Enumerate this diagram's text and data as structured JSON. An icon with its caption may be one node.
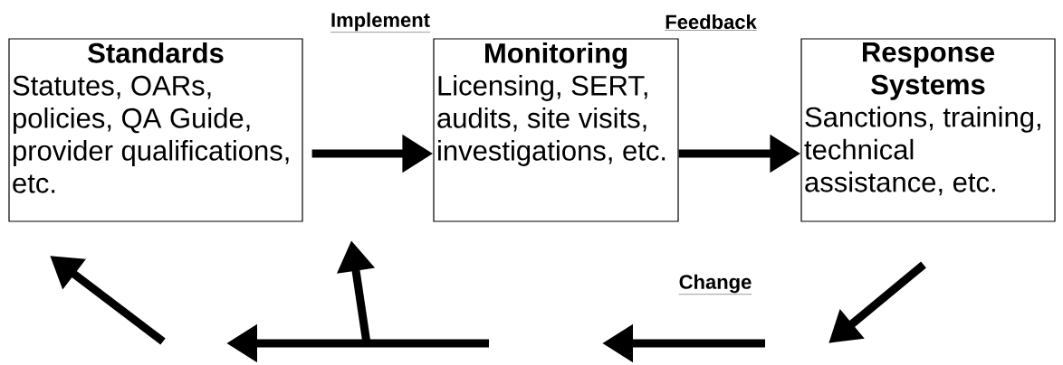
{
  "diagram": {
    "nodes": [
      {
        "text": [
          "Standards",
          "Statutes, OARs, policies, QA Guide, provider qualifications, etc."
        ]
      },
      {
        "text": [
          "Monitoring",
          "Licensing, SERT, audits, site visits, investigations, etc."
        ]
      },
      {
        "text": [
          "Response Systems",
          "Sanctions, training, technical assistance, etc."
        ]
      }
    ],
    "edges": [
      {
        "from": 0,
        "to": 1,
        "arrow": "to"
      },
      {
        "from": 1,
        "to": 2,
        "arrow": "to"
      }
    ],
    "labels": [
      "Implement",
      "Feedback",
      "Change"
    ]
  }
}
